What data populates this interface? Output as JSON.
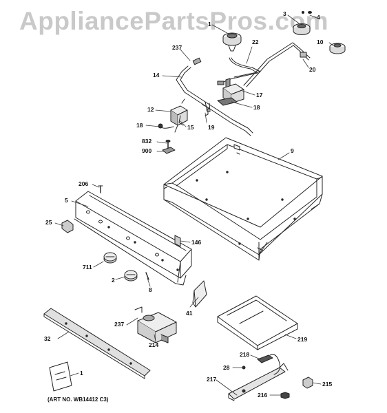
{
  "watermark": "AppliancePartsPros.com",
  "art_number": "(ART NO. WB14412 C3)",
  "callouts": {
    "c1": "1",
    "c2": "2",
    "c3": "3",
    "c4": "4",
    "c5": "5",
    "c8": "8",
    "c9": "9",
    "c10": "10",
    "c12": "12",
    "c14": "14",
    "c15": "15",
    "c17": "17",
    "c18a": "18",
    "c18b": "18",
    "c19": "19",
    "c20": "20",
    "c22": "22",
    "c25": "25",
    "c28": "28",
    "c32": "32",
    "c41": "41",
    "c146": "146",
    "c206": "206",
    "c214": "214",
    "c215": "215",
    "c216": "216",
    "c217": "217",
    "c218": "218",
    "c219": "219",
    "c237a": "237",
    "c237b": "237",
    "c711": "711",
    "c832": "832",
    "c900": "900"
  }
}
